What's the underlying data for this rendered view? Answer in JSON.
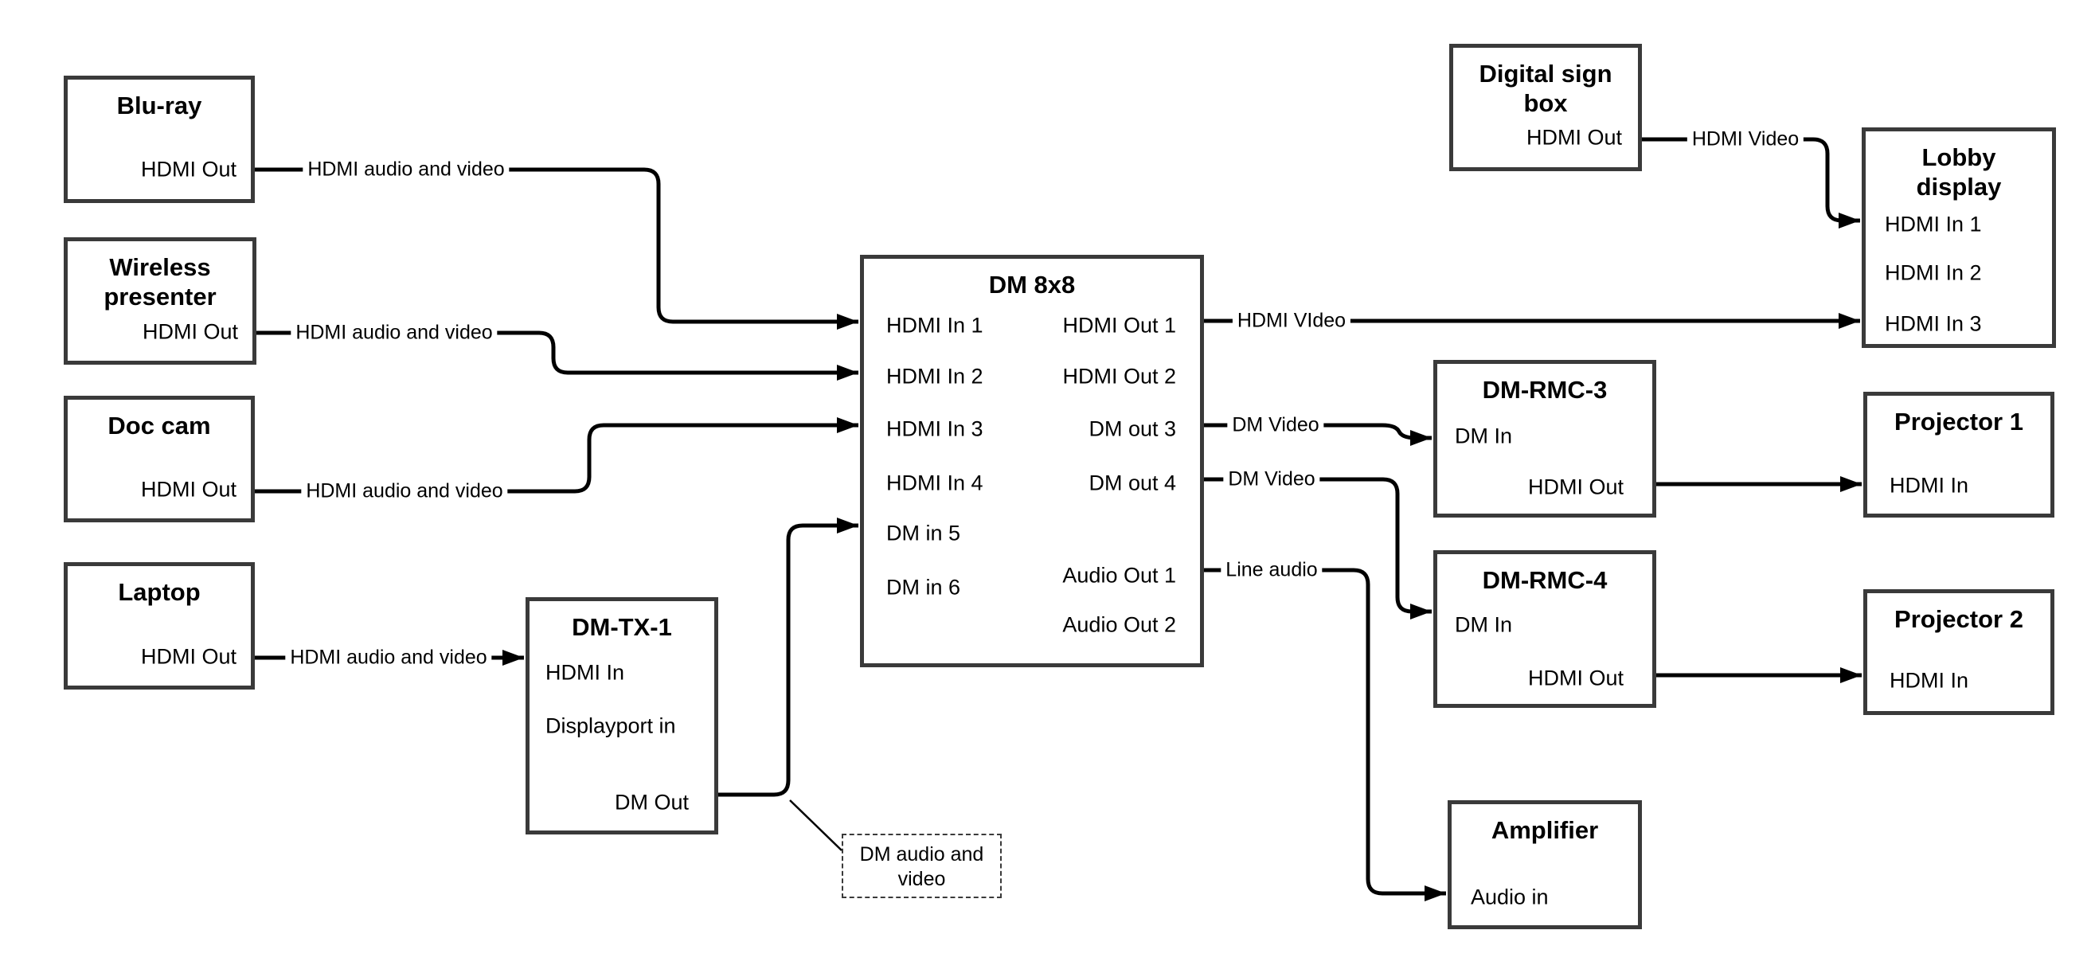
{
  "nodes": {
    "bluray": {
      "title": "Blu-ray",
      "ports": {
        "out": "HDMI Out"
      }
    },
    "wireless": {
      "title": "Wireless presenter",
      "ports": {
        "out": "HDMI Out"
      }
    },
    "doccam": {
      "title": "Doc cam",
      "ports": {
        "out": "HDMI Out"
      }
    },
    "laptop": {
      "title": "Laptop",
      "ports": {
        "out": "HDMI Out"
      }
    },
    "dmtx1": {
      "title": "DM-TX-1",
      "ports": {
        "hdmi_in": "HDMI In",
        "dp_in": "Displayport in",
        "dm_out": "DM Out"
      }
    },
    "dm8x8": {
      "title": "DM 8x8",
      "ports": {
        "in1": "HDMI In 1",
        "in2": "HDMI In 2",
        "in3": "HDMI In 3",
        "in4": "HDMI In 4",
        "in5": "DM in 5",
        "in6": "DM in 6",
        "out1": "HDMI Out 1",
        "out2": "HDMI Out 2",
        "out3": "DM out 3",
        "out4": "DM out 4",
        "aout1": "Audio Out 1",
        "aout2": "Audio Out 2"
      }
    },
    "digitalsign": {
      "title": "Digital sign box",
      "ports": {
        "out": "HDMI Out"
      }
    },
    "lobby": {
      "title": "Lobby display",
      "ports": {
        "in1": "HDMI In 1",
        "in2": "HDMI In 2",
        "in3": "HDMI In 3"
      }
    },
    "rmc3": {
      "title": "DM-RMC-3",
      "ports": {
        "in": "DM In",
        "out": "HDMI Out"
      }
    },
    "rmc4": {
      "title": "DM-RMC-4",
      "ports": {
        "in": "DM In",
        "out": "HDMI Out"
      }
    },
    "proj1": {
      "title": "Projector 1",
      "ports": {
        "in": "HDMI In"
      }
    },
    "proj2": {
      "title": "Projector 2",
      "ports": {
        "in": "HDMI In"
      }
    },
    "amp": {
      "title": "Amplifier",
      "ports": {
        "in": "Audio in"
      }
    }
  },
  "edge_labels": {
    "bluray_to_dm8x8": "HDMI audio and video",
    "wireless_to_dm8x8": "HDMI audio and video",
    "doccam_to_dm8x8": "HDMI audio and video",
    "laptop_to_dmtx1": "HDMI audio and video",
    "dm8x8_to_lobby": "HDMI VIdeo",
    "dm8x8_to_rmc3": "DM Video",
    "dm8x8_to_rmc4": "DM Video",
    "dm8x8_to_amp": "Line audio",
    "digitalsign_to_lobby": "HDMI Video"
  },
  "note": {
    "text": "DM audio and video"
  },
  "colors": {
    "line": "#000000",
    "border": "#3a3a3a",
    "background": "#ffffff",
    "text": "#000000"
  }
}
